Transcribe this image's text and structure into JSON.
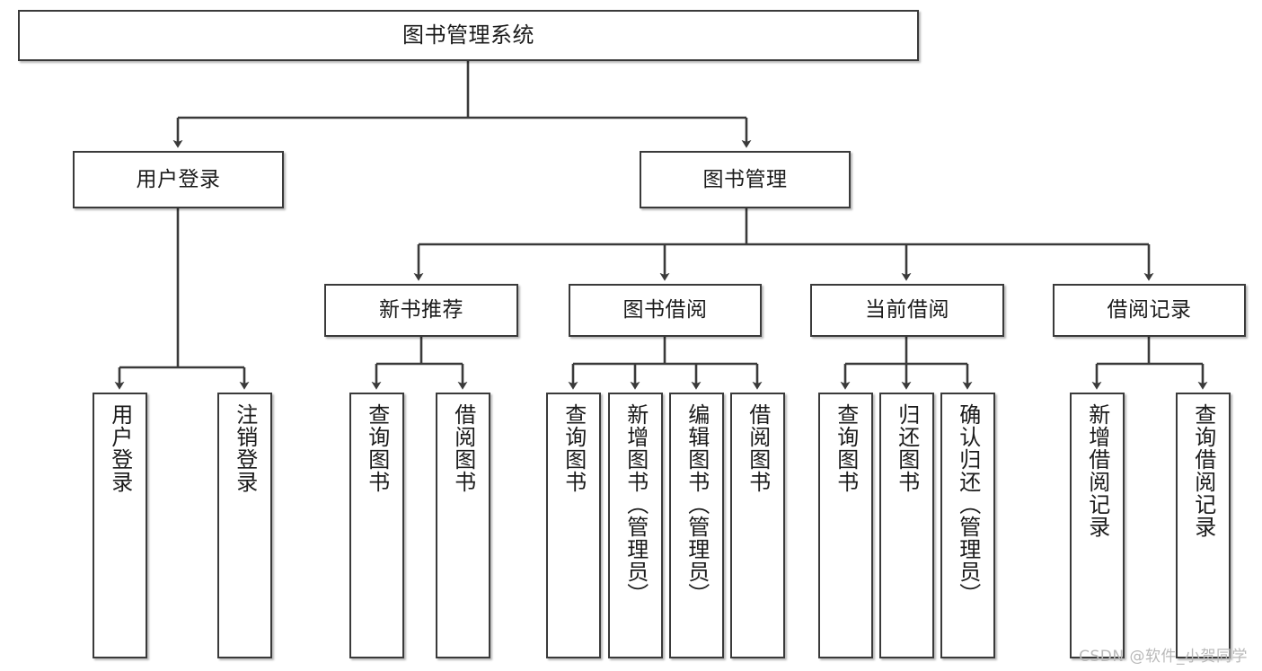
{
  "diagram": {
    "title": "图书管理系统",
    "watermark": "CSDN @软件_小贺同学",
    "stroke_color": "#3a3a3a",
    "background_color": "#ffffff",
    "text_color": "#1b1b1b"
  },
  "nodes": {
    "root": {
      "label": "图书管理系统"
    },
    "level2": [
      {
        "label": "用户登录"
      },
      {
        "label": "图书管理"
      }
    ],
    "level3": [
      {
        "label": "新书推荐"
      },
      {
        "label": "图书借阅"
      },
      {
        "label": "当前借阅"
      },
      {
        "label": "借阅记录"
      }
    ],
    "leaves": {
      "user_login": [
        {
          "label": "用户登录"
        },
        {
          "label": "注销登录"
        }
      ],
      "new_book_recommend": [
        {
          "label": "查询图书"
        },
        {
          "label": "借阅图书"
        }
      ],
      "book_borrow": [
        {
          "label": "查询图书"
        },
        {
          "label": "新增图书（管理员）"
        },
        {
          "label": "编辑图书（管理员）"
        },
        {
          "label": "借阅图书"
        }
      ],
      "current_borrow": [
        {
          "label": "查询图书"
        },
        {
          "label": "归还图书"
        },
        {
          "label": "确认归还（管理员）"
        }
      ],
      "borrow_record": [
        {
          "label": "新增借阅记录"
        },
        {
          "label": "查询借阅记录"
        }
      ]
    }
  }
}
